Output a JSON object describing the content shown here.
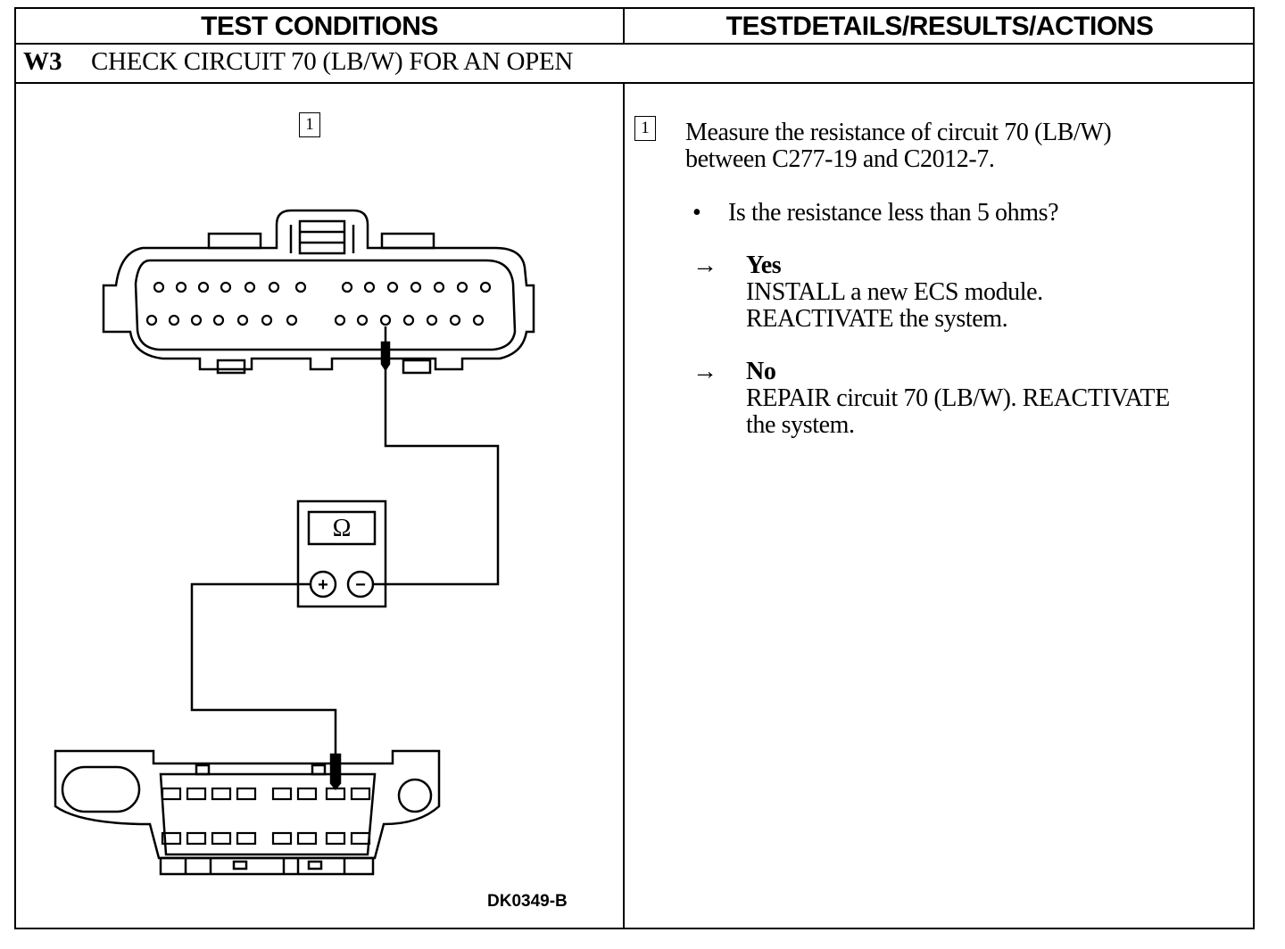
{
  "header": {
    "left_title": "TEST CONDITIONS",
    "right_title": "TESTDETAILS/RESULTS/ACTIONS"
  },
  "step": {
    "code": "W3",
    "title": "CHECK CIRCUIT 70 (LB/W) FOR AN OPEN"
  },
  "diagram": {
    "step_number": "1",
    "meter_symbol": "Ω",
    "plus_symbol": "+",
    "minus_symbol": "−",
    "figure_code": "DK0349-B"
  },
  "details": {
    "step_number": "1",
    "instruction_line1": "Measure the resistance of circuit 70 (LB/W)",
    "instruction_line2": "between C277-19 and C2012-7.",
    "bullet": "•",
    "question": "Is the resistance less than 5 ohms?",
    "arrow": "→",
    "yes_label": "Yes",
    "yes_action1": "INSTALL a new ECS module.",
    "yes_action2": "REACTIVATE the system.",
    "no_label": "No",
    "no_action1": "REPAIR circuit 70 (LB/W). REACTIVATE",
    "no_action2": "the system."
  }
}
